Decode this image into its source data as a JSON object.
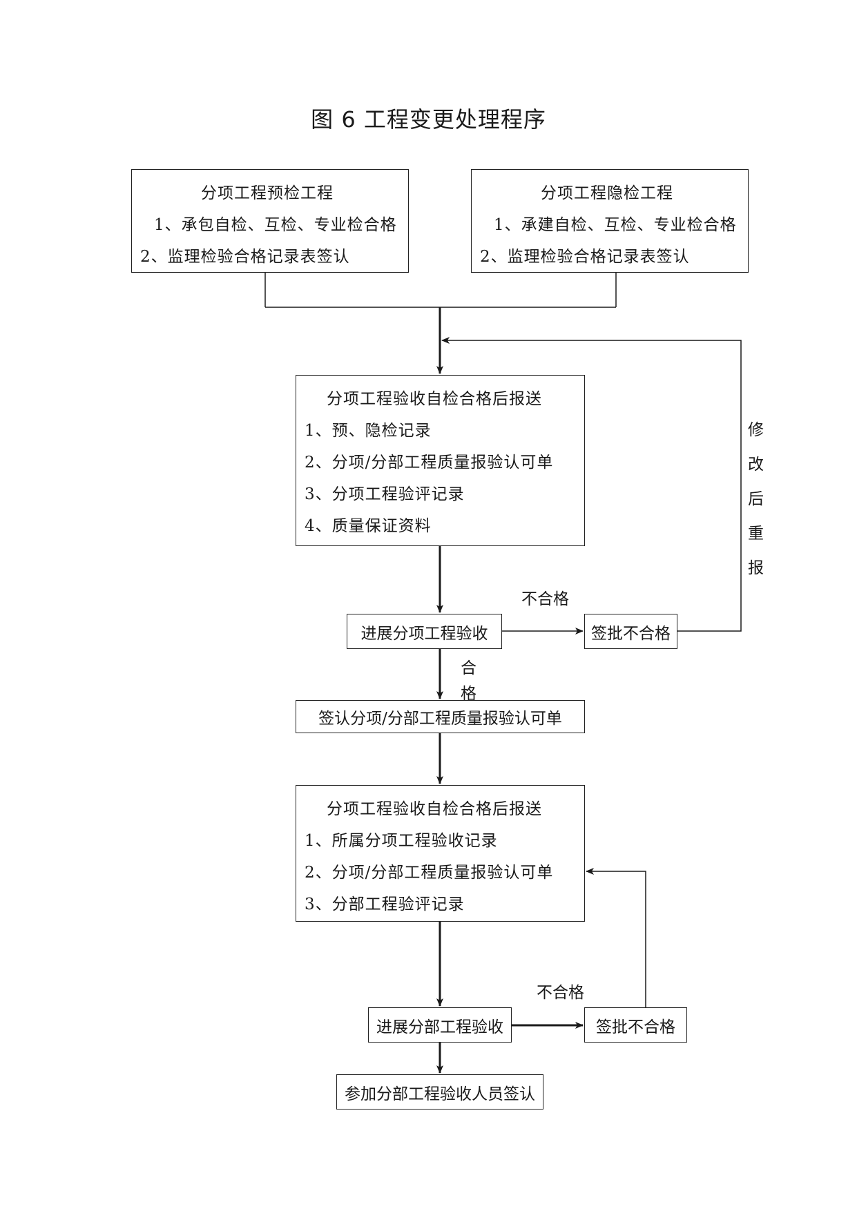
{
  "title": "图 6  工程变更处理程序",
  "boxes": {
    "pre_inspect": {
      "title": "分项工程预检工程",
      "items": [
        "1、承包自检、互检、专业检合格",
        "2、监理检验合格记录表签认"
      ]
    },
    "hidden_inspect": {
      "title": "分项工程隐检工程",
      "items": [
        "1、承建自检、互检、专业检合格",
        "2、监理检验合格记录表签认"
      ]
    },
    "subitem_submit": {
      "title": "分项工程验收自检合格后报送",
      "items": [
        "1、预、隐检记录",
        "2、分项/分部工程质量报验认可单",
        "3、分项工程验评记录",
        "4、质量保证资料"
      ]
    },
    "subitem_accept": "进展分项工程验收",
    "reject_1": "签批不合格",
    "sign_form": "签认分项/分部工程质量报验认可单",
    "division_submit": {
      "title": "分项工程验收自检合格后报送",
      "items": [
        "1、所属分项工程验收记录",
        "2、分项/分部工程质量报验认可单",
        "3、分部工程验评记录"
      ]
    },
    "division_accept": "进展分部工程验收",
    "reject_2": "签批不合格",
    "final_sign": "参加分部工程验收人员签认"
  },
  "labels": {
    "fail_1": "不合格",
    "pass_1": [
      "合",
      "格"
    ],
    "resubmit": [
      "修",
      "改",
      "后",
      "重",
      "报"
    ],
    "fail_2": "不合格"
  }
}
